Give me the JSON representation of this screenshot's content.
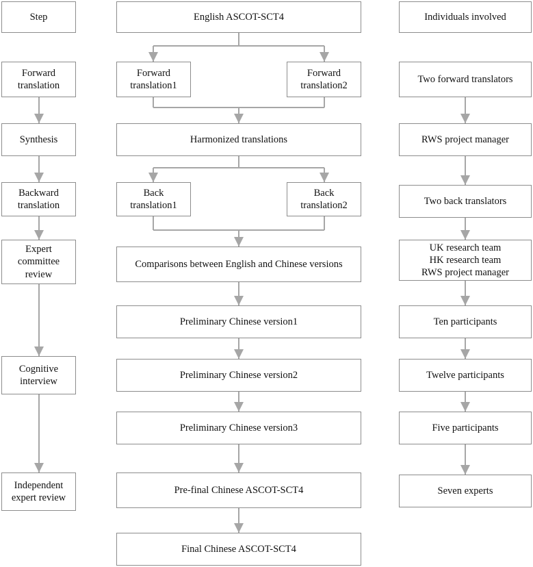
{
  "diagram": {
    "line_color": "#a6a6a6",
    "border_color": "#8c8c8c",
    "nodes": {
      "step_header": "Step",
      "step_forward": "Forward\ntranslation",
      "step_synthesis": "Synthesis",
      "step_backward": "Backward\ntranslation",
      "step_expert": "Expert\ncommittee\nreview",
      "step_cognitive": "Cognitive\ninterview",
      "step_independent": "Independent\nexpert review",
      "english_ascot": "English ASCOT-SCT4",
      "forward_t1": "Forward\ntranslation1",
      "forward_t2": "Forward\ntranslation2",
      "harmonized": "Harmonized translations",
      "back_t1": "Back\ntranslation1",
      "back_t2": "Back\ntranslation2",
      "comparisons": "Comparisons between English and Chinese versions",
      "prelim_v1": "Preliminary Chinese version1",
      "prelim_v2": "Preliminary Chinese version2",
      "prelim_v3": "Preliminary Chinese version3",
      "prefinal": "Pre-final Chinese ASCOT-SCT4",
      "final": "Final Chinese ASCOT-SCT4",
      "ind_header": "Individuals involved",
      "ind_forward": "Two forward translators",
      "ind_rws": "RWS project manager",
      "ind_back": "Two back translators",
      "ind_teams": "UK research team\nHK research team\nRWS project manager",
      "ind_ten": "Ten participants",
      "ind_twelve": "Twelve participants",
      "ind_five": "Five participants",
      "ind_seven": "Seven experts"
    }
  }
}
